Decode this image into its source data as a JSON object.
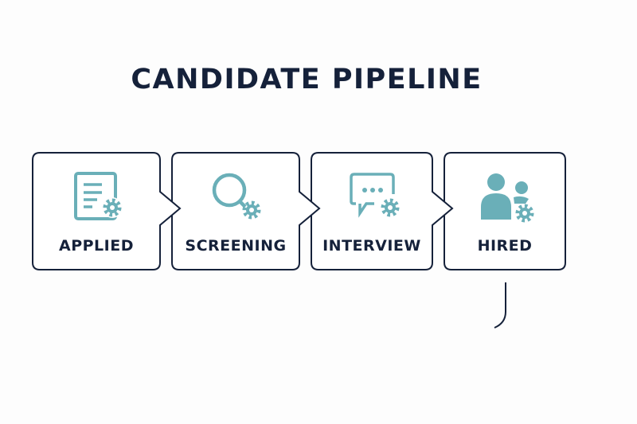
{
  "title": "CANDIDATE PIPELINE",
  "colors": {
    "accent": "#6aafb8",
    "outline": "#15213a"
  },
  "stages": [
    {
      "label": "APPLIED",
      "icon": "document-gear-icon"
    },
    {
      "label": "SCREENING",
      "icon": "magnifier-gear-icon"
    },
    {
      "label": "INTERVIEW",
      "icon": "chat-gear-icon"
    },
    {
      "label": "HIRED",
      "icon": "people-gear-icon"
    }
  ]
}
